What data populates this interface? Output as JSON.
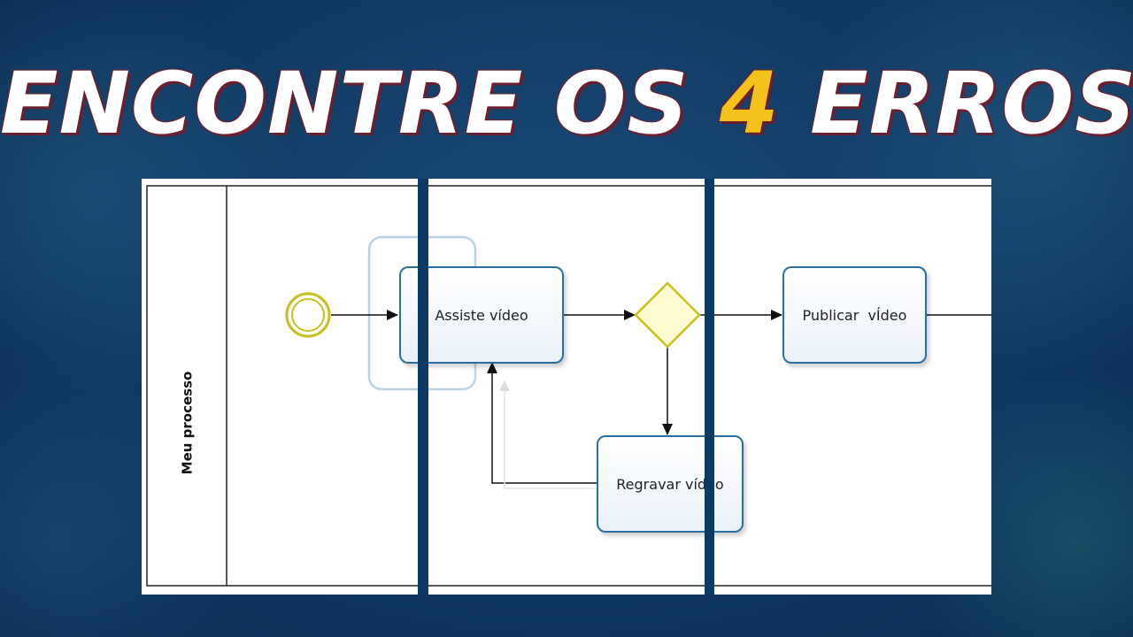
{
  "headline": {
    "part1": "ENCONTRE OS ",
    "number": "4",
    "part2": " ERROS"
  },
  "diagram": {
    "lane_label": "Meu processo",
    "tasks": {
      "assiste": "Assiste vídeo",
      "publicar": "Publicar  vÍdeo",
      "regravar": "Regravar vídeo"
    }
  },
  "colors": {
    "background": "#103a63",
    "headline_text": "#ffffff",
    "headline_number": "#f5c21b",
    "headline_outline": "#6b1f2e",
    "task_border": "#2a6fa3",
    "gateway_fill": "#fffbd0",
    "gateway_border": "#c8c020",
    "start_event": "#c8c020",
    "divider": "#0d3a63"
  },
  "icons": {
    "start_event": "start-event-circle-icon",
    "gateway": "exclusive-gateway-diamond-icon"
  }
}
